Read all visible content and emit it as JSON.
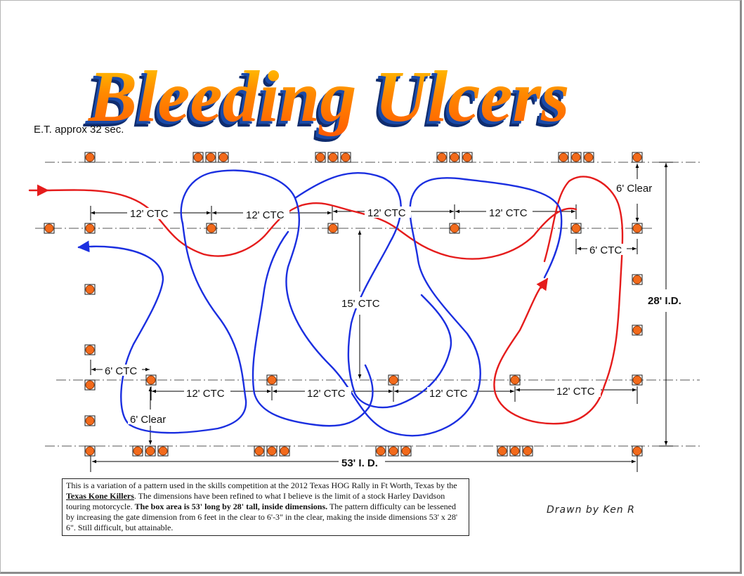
{
  "title": "Bleeding Ulcers",
  "et_label": "E.T. approx 32 sec.",
  "dimensions": {
    "ctc_12": "12' CTC",
    "ctc_6": "6' CTC",
    "ctc_15": "15' CTC",
    "clear_6": "6' Clear",
    "width_id": "53'  I. D.",
    "height_id": "28'  I.D."
  },
  "note": {
    "intro": "This is a variation of a pattern used in the skills competition at the 2012 Texas HOG Rally in Ft Worth, Texas by the",
    "team": "Texas Kone Killers",
    "middle": ". The dimensions have been refined to what I believe is the limit of a stock Harley Davidson touring motorcycle.",
    "box_area": "The box area is 53' long by 28' tall, inside dimensions.",
    "end": "The pattern difficulty can be lessened by increasing the gate dimension from 6 feet in the clear to 6'-3\" in the clear, making the inside dimensions 53' x 28' 6\".  Still difficult, but attainable."
  },
  "credit": "Drawn by Ken R",
  "colors": {
    "cone": "#f26a1b",
    "cone_border": "#1a1a1a",
    "path_red": "#e51c1c",
    "path_blue": "#1b2fe0",
    "title_orange": "#ff7a00",
    "title_blue": "#1a4aa8"
  }
}
